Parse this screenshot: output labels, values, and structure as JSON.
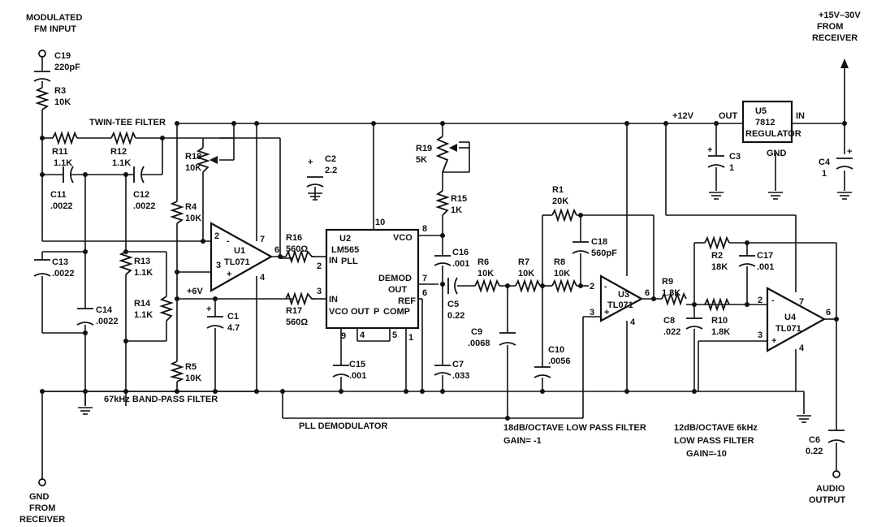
{
  "labels": {
    "fm_in_1": "MODULATED",
    "fm_in_2": "FM INPUT",
    "supply_1": "+15V–30V",
    "supply_2": "FROM",
    "supply_3": "RECEIVER",
    "twin_tee": "TWIN-TEE FILTER",
    "bandpass": "67kHz BAND-PASS FILTER",
    "pll_demod": "PLL DEMODULATOR",
    "lpf18_1": "18dB/OCTAVE LOW PASS FILTER",
    "lpf18_2": "GAIN= -1",
    "lpf12_1": "12dB/OCTAVE 6kHz",
    "lpf12_2": "LOW PASS FILTER",
    "lpf12_3": "GAIN=-10",
    "gnd_1": "GND",
    "gnd_2": "FROM",
    "gnd_3": "RECEIVER",
    "audio_1": "AUDIO",
    "audio_2": "OUTPUT",
    "plus12": "+12V",
    "plus6": "+6V"
  },
  "parts": {
    "C19": {
      "ref": "C19",
      "val": "220pF"
    },
    "R3": {
      "ref": "R3",
      "val": "10K"
    },
    "R11": {
      "ref": "R11",
      "val": "1.1K"
    },
    "R12": {
      "ref": "R12",
      "val": "1.1K"
    },
    "C11": {
      "ref": "C11",
      "val": ".0022"
    },
    "C12": {
      "ref": "C12",
      "val": ".0022"
    },
    "C13": {
      "ref": "C13",
      "val": ".0022"
    },
    "C14": {
      "ref": "C14",
      "val": ".0022"
    },
    "R13": {
      "ref": "R13",
      "val": "1.1K"
    },
    "R14": {
      "ref": "R14",
      "val": "1.1K"
    },
    "R18": {
      "ref": "R18",
      "val": "10K"
    },
    "R4": {
      "ref": "R4",
      "val": "10K"
    },
    "R5": {
      "ref": "R5",
      "val": "10K"
    },
    "C1": {
      "ref": "C1",
      "val": "4.7"
    },
    "U1": {
      "ref": "U1",
      "val": "TL071"
    },
    "R16": {
      "ref": "R16",
      "val": "560Ω"
    },
    "R17": {
      "ref": "R17",
      "val": "560Ω"
    },
    "C2": {
      "ref": "C2",
      "val": "2.2"
    },
    "U2": {
      "ref": "U2",
      "val": "LM565",
      "sub": "PLL"
    },
    "C15": {
      "ref": "C15",
      "val": ".001"
    },
    "R19": {
      "ref": "R19",
      "val": "5K"
    },
    "R15": {
      "ref": "R15",
      "val": "1K"
    },
    "C16": {
      "ref": "C16",
      "val": ".001"
    },
    "C5": {
      "ref": "C5",
      "val": "0.22"
    },
    "C7": {
      "ref": "C7",
      "val": ".033"
    },
    "R6": {
      "ref": "R6",
      "val": "10K"
    },
    "R7": {
      "ref": "R7",
      "val": "10K"
    },
    "C9": {
      "ref": "C9",
      "val": ".0068"
    },
    "R1": {
      "ref": "R1",
      "val": "20K"
    },
    "C18": {
      "ref": "C18",
      "val": "560pF"
    },
    "R8": {
      "ref": "R8",
      "val": "10K"
    },
    "C10": {
      "ref": "C10",
      "val": ".0056"
    },
    "U3": {
      "ref": "U3",
      "val": "TL071"
    },
    "R9": {
      "ref": "R9",
      "val": "1.8K"
    },
    "C8": {
      "ref": "C8",
      "val": ".022"
    },
    "R2": {
      "ref": "R2",
      "val": "18K"
    },
    "C17": {
      "ref": "C17",
      "val": ".001"
    },
    "R10": {
      "ref": "R10",
      "val": "1.8K"
    },
    "U4": {
      "ref": "U4",
      "val": "TL071"
    },
    "C6": {
      "ref": "C6",
      "val": "0.22"
    },
    "C3": {
      "ref": "C3",
      "val": "1"
    },
    "C4": {
      "ref": "C4",
      "val": "1"
    },
    "U5": {
      "ref": "U5",
      "val": "7812",
      "sub": "REGULATOR"
    }
  },
  "pins": {
    "u1": {
      "p2": "2",
      "p3": "3",
      "p7": "7",
      "p6": "6",
      "p4": "4",
      "minus": "-",
      "plus": "+"
    },
    "u2": {
      "p10": "10",
      "p8": "8",
      "p7": "7",
      "p6": "6",
      "p2": "2",
      "p3": "3",
      "p9": "9",
      "p4": "4",
      "p5": "5",
      "p1": "1",
      "in_a": "IN",
      "in_b": "IN",
      "vco_r": "VCO",
      "demod": "DEMOD",
      "out": "OUT",
      "ref": "REF",
      "vco_b": "VCO",
      "vco_out": "OUT",
      "p": "P",
      "comp": "COMP"
    },
    "u3": {
      "p2": "2",
      "p3": "3",
      "p6": "6",
      "p4": "4",
      "minus": "-",
      "plus": "+"
    },
    "u4": {
      "p2": "2",
      "p3": "3",
      "p7": "7",
      "p6": "6",
      "p4": "4",
      "minus": "-",
      "plus": "+"
    },
    "u5": {
      "out": "OUT",
      "in": "IN",
      "gnd": "GND"
    },
    "cap_plus": "+"
  }
}
